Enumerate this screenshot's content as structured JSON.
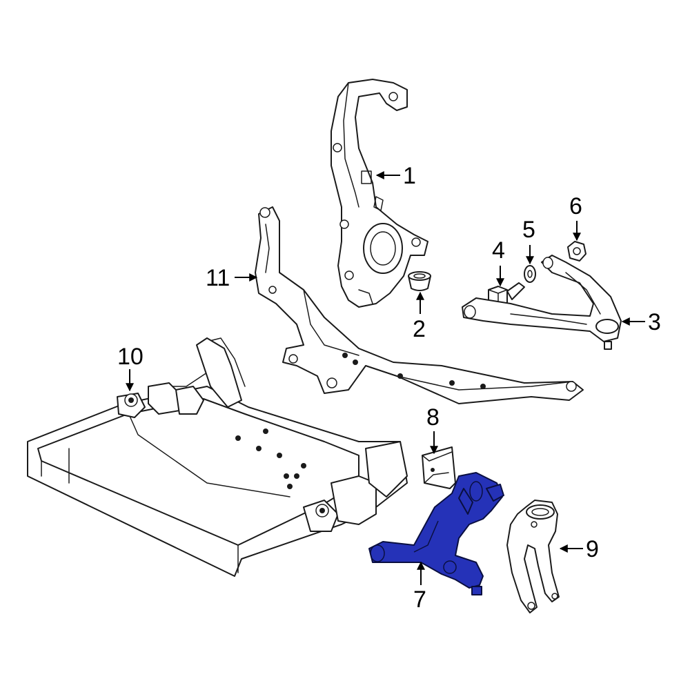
{
  "diagram": {
    "highlight_color": "#2532b8",
    "callouts": [
      {
        "id": "1",
        "label": "1"
      },
      {
        "id": "2",
        "label": "2"
      },
      {
        "id": "3",
        "label": "3"
      },
      {
        "id": "4",
        "label": "4"
      },
      {
        "id": "5",
        "label": "5"
      },
      {
        "id": "6",
        "label": "6"
      },
      {
        "id": "7",
        "label": "7"
      },
      {
        "id": "8",
        "label": "8"
      },
      {
        "id": "9",
        "label": "9"
      },
      {
        "id": "10",
        "label": "10"
      },
      {
        "id": "11",
        "label": "11"
      }
    ]
  }
}
